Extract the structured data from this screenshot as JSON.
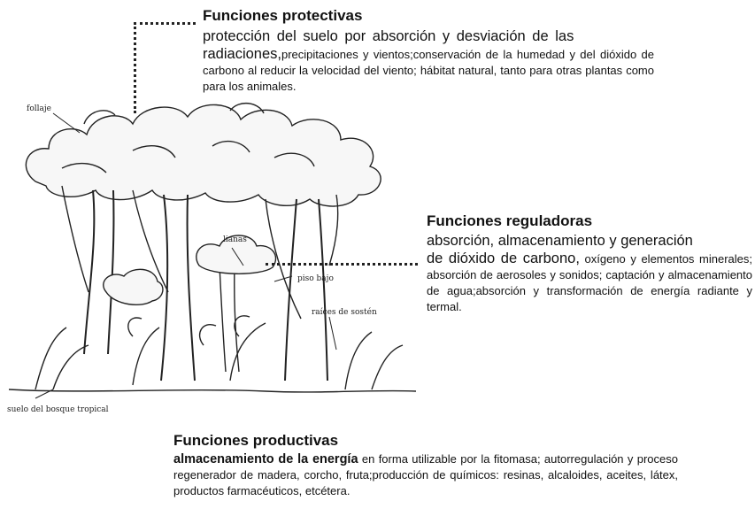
{
  "protective": {
    "title": "Funciones protectivas",
    "lead": "protección del suelo por absorción y desviación de las",
    "lead2": "radiaciones,",
    "rest": "precipitaciones y vientos;conservación de la humedad y del dióxido de carbono al reducir la velocidad del viento; hábitat natural, tanto para otras plantas como para los animales."
  },
  "regulatory": {
    "title": "Funciones reguladoras",
    "lead": "absorción, almacenamiento y generación",
    "lead2": "de dióxido de carbono,",
    "rest": " oxígeno y elementos minerales; absorción de aerosoles y sonidos; captación y almacenamiento de agua;absorción y transformación de energía radiante y termal."
  },
  "productive": {
    "title": "Funciones productivas",
    "lead": "almacenamiento de la energía",
    "rest": " en forma utilizable por la fitomasa; autorregulación y proceso regenerador de madera, corcho, fruta;producción de químicos: resinas, alcaloides, aceites, látex, productos farmacéuticos, etcétera."
  },
  "labels": {
    "foliage": "follaje",
    "lianas": "lianas",
    "understory": "piso bajo",
    "roots": "raíces de sostén",
    "floor": "suelo del bosque tropical"
  },
  "colors": {
    "ink": "#111111",
    "paper": "#ffffff"
  }
}
